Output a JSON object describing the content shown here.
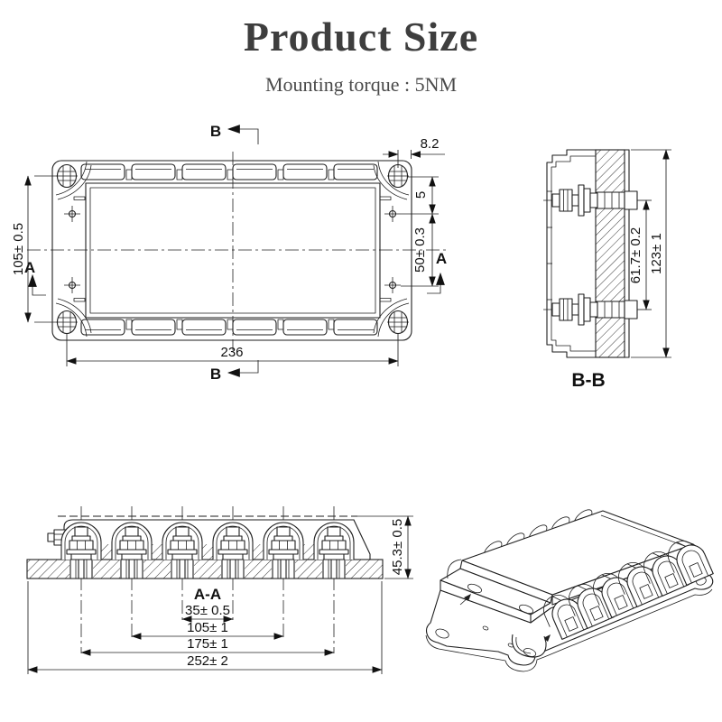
{
  "header": {
    "title": "Product Size",
    "subtitle": "Mounting torque : 5NM"
  },
  "colors": {
    "line": "#1e1e1e",
    "text": "#111111",
    "title": "#3e3e3e"
  },
  "top_view": {
    "section_a": "A",
    "section_b": "B",
    "dim_mount_spacing_x": "236",
    "dim_mount_spacing_y": "105± 0.5",
    "dim_hole_to_edge": "8.2",
    "dim_hole_inset": "5",
    "dim_terminal_rows": "50± 0.3"
  },
  "section_bb": {
    "label": "B-B",
    "dim_terminal_spacing": "61.7± 0.2",
    "dim_width": "123± 1"
  },
  "section_aa": {
    "label": "A-A",
    "dim_terminal_pitch": "35± 0.5",
    "dim_terminal_span_inner": "105± 1",
    "dim_terminal_span_outer": "175± 1",
    "dim_overall_length": "252± 2",
    "dim_overall_height": "45.3± 0.5"
  }
}
